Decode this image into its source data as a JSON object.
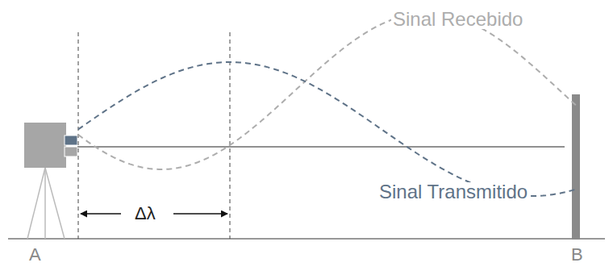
{
  "diagram": {
    "labels": [
      "Sinal Recebido",
      "Sinal Transmitido",
      "Δλ",
      "A",
      "B"
    ]
  }
}
